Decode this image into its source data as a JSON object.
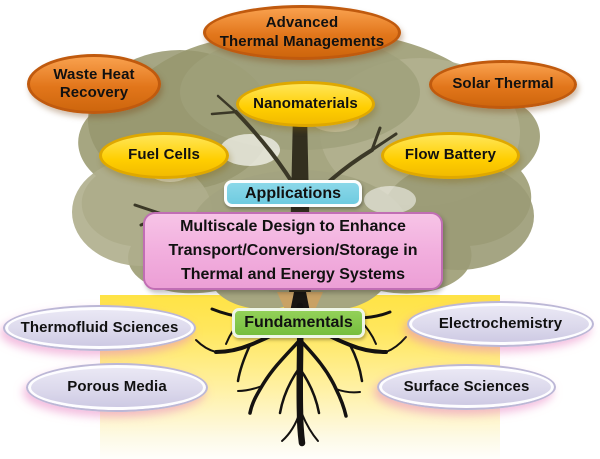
{
  "diagram_title": "Multiscale design tree diagram",
  "colors": {
    "orange_fill": "#E2761B",
    "orange_border": "#C05A0E",
    "yellow_fill": "#FFCE00",
    "yellow_border": "#DFA800",
    "applications_fill": "#6FCBE0",
    "fundamentals_fill": "#76BE3E",
    "center_fill": "#F2AFDE",
    "center_border": "#C06EB4",
    "lavender_fill": "#DCD9EC",
    "lavender_border": "#BCB7D6",
    "ground_yellow": "#FFE345"
  },
  "tree": {
    "applications_badge": "Applications",
    "fundamentals_badge": "Fundamentals",
    "center_box": {
      "text": "Multiscale Design to Enhance\nTransport/Conversion/Storage in\nThermal and Energy Systems"
    },
    "application_bubbles": [
      {
        "id": "advanced-thermal-managements",
        "label": "Advanced\nThermal Managements",
        "style": "orange"
      },
      {
        "id": "waste-heat-recovery",
        "label": "Waste Heat\nRecovery",
        "style": "orange"
      },
      {
        "id": "solar-thermal",
        "label": "Solar Thermal",
        "style": "orange"
      },
      {
        "id": "nanomaterials",
        "label": "Nanomaterials",
        "style": "yellow"
      },
      {
        "id": "fuel-cells",
        "label": "Fuel Cells",
        "style": "yellow"
      },
      {
        "id": "flow-battery",
        "label": "Flow Battery",
        "style": "yellow"
      }
    ],
    "fundamental_bubbles": [
      {
        "id": "thermofluid-sciences",
        "label": "Thermofluid Sciences"
      },
      {
        "id": "electrochemistry",
        "label": "Electrochemistry"
      },
      {
        "id": "porous-media",
        "label": "Porous Media"
      },
      {
        "id": "surface-sciences",
        "label": "Surface Sciences"
      }
    ]
  }
}
